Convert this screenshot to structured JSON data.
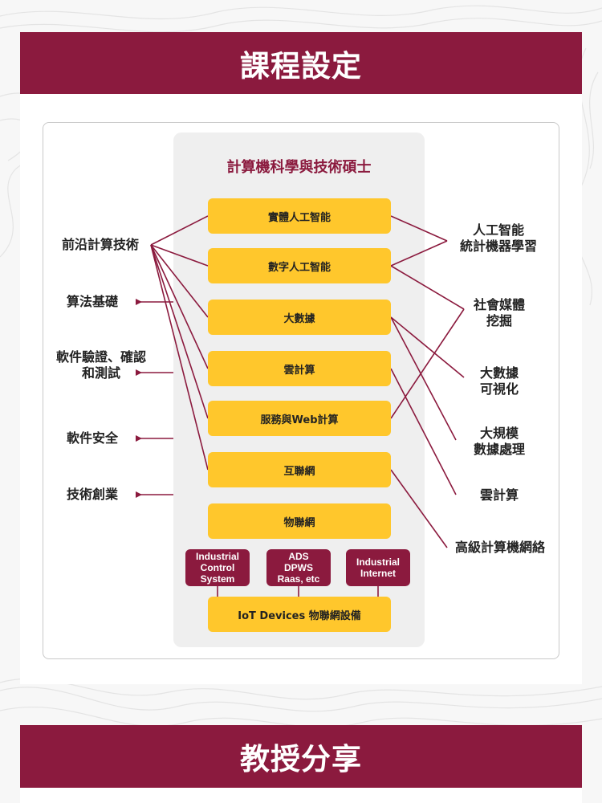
{
  "section_titles": {
    "curriculum": "課程設定",
    "faculty": "教授分享"
  },
  "diagram": {
    "title": "計算機科學與技術碩士",
    "modules": [
      "實體人工智能",
      "數字人工智能",
      "大數據",
      "雲計算",
      "服務與Web計算",
      "互聯網",
      "物聯網"
    ],
    "sub_boxes": [
      "Industrial\nControl\nSystem",
      "ADS\nDPWS\nRaas, etc",
      "Industrial\nInternet"
    ],
    "iot_devices": "IoT Devices 物聯網設備",
    "left_topics": [
      "前沿計算技術",
      "算法基礎",
      "軟件驗證、確認\n和測試",
      "軟件安全",
      "技術創業"
    ],
    "right_topics": [
      "人工智能\n統計機器學習",
      "社會媒體\n挖掘",
      "大數據\n可視化",
      "大規模\n數據處理",
      "雲計算",
      "高級計算機網絡"
    ]
  },
  "colors": {
    "brand": "#8b1a3e",
    "module_fill": "#ffc72c",
    "panel": "#efefef"
  }
}
